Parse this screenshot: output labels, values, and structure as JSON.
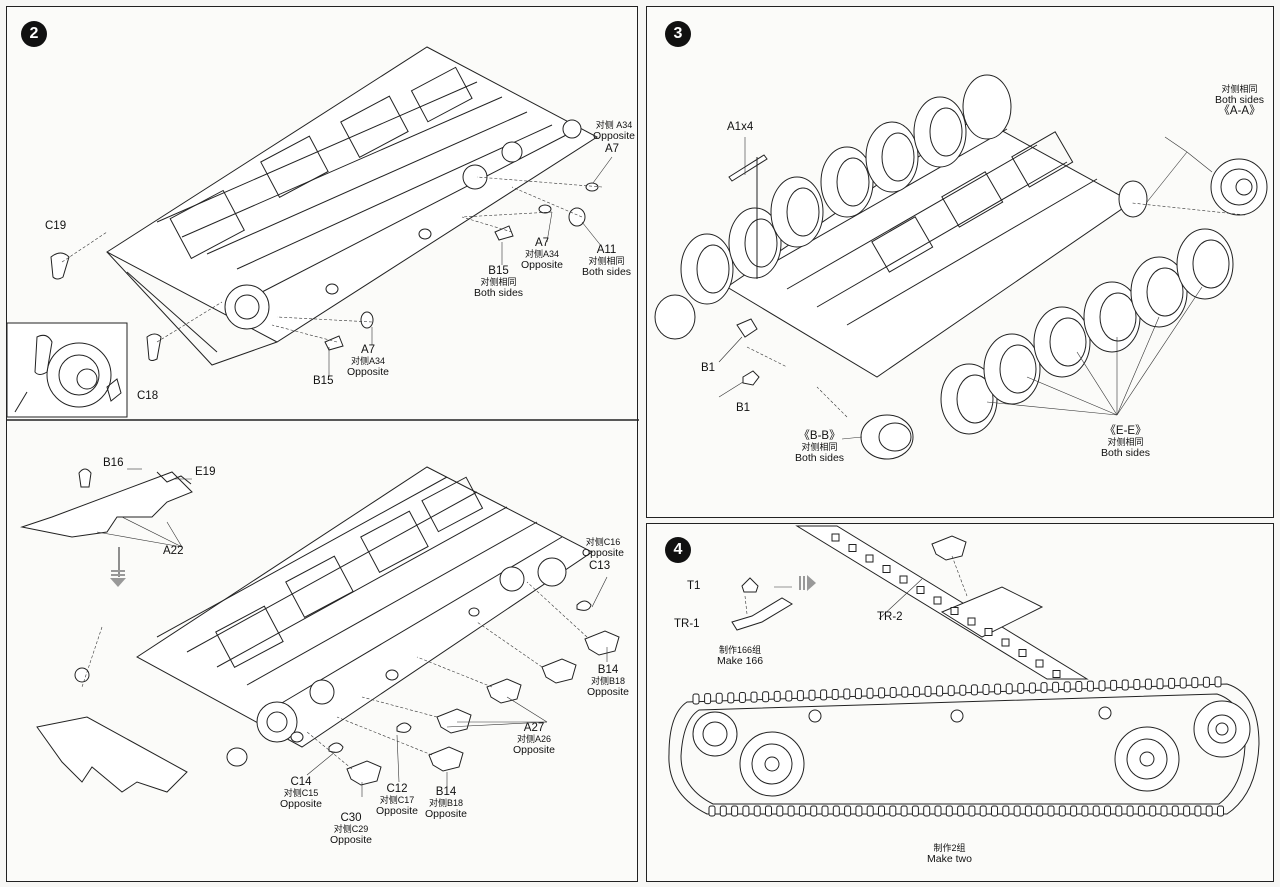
{
  "steps": {
    "s2": {
      "num": "2"
    },
    "s3": {
      "num": "3"
    },
    "s4": {
      "num": "4"
    }
  },
  "labels2": {
    "c19": "C19",
    "a34_top_cn": "对侧 A34",
    "a34_top_en": "Opposite",
    "a7_top": "A7",
    "a7_mid": "A7",
    "a7_mid_cn": "对侧A34",
    "a7_mid_en": "Opposite",
    "a11": "A11",
    "a11_cn": "对侧相同",
    "a11_en": "Both sides",
    "b15_top": "B15",
    "b15_top_cn": "对侧相同",
    "b15_top_en": "Both sides",
    "a7_low": "A7",
    "a7_low_cn": "对侧A34",
    "a7_low_en": "Opposite",
    "b15_low": "B15",
    "c18": "C18",
    "b16": "B16",
    "e19": "E19",
    "a22": "A22",
    "c16_cn": "对侧C16",
    "c16_en": "Opposite",
    "c13": "C13",
    "b14_r": "B14",
    "b14_r_cn": "对侧B18",
    "b14_r_en": "Opposite",
    "a27": "A27",
    "a27_cn": "对侧A26",
    "a27_en": "Opposite",
    "c14": "C14",
    "c14_cn": "对侧C15",
    "c14_en": "Opposite",
    "c12": "C12",
    "c12_cn": "对侧C17",
    "c12_en": "Opposite",
    "b14_b": "B14",
    "b14_b_cn": "对侧B18",
    "b14_b_en": "Opposite",
    "c30": "C30",
    "c30_cn": "对侧C29",
    "c30_en": "Opposite"
  },
  "labels3": {
    "a1x4": "A1x4",
    "aa_cn": "对侧相同",
    "aa_en": "Both sides",
    "aa": "《A-A》",
    "b1_a": "B1",
    "b1_b": "B1",
    "bb": "《B-B》",
    "bb_cn": "对侧相同",
    "bb_en": "Both sides",
    "ee": "《E-E》",
    "ee_cn": "对侧相同",
    "ee_en": "Both sides"
  },
  "labels4": {
    "t1": "T1",
    "tr1": "TR-1",
    "make166_cn": "制作166组",
    "make166_en": "Make 166",
    "tr2": "TR-2",
    "make2_cn": "制作2组",
    "make2_en": "Make two"
  }
}
